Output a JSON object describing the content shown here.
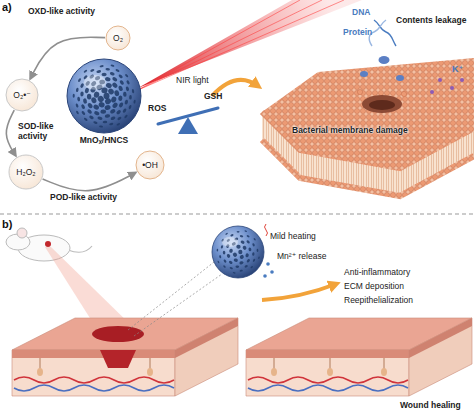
{
  "diagram": {
    "nodes": [
      {
        "text": [
          "O₂"
        ]
      },
      {
        "text": [
          "O₂•⁻"
        ]
      },
      {
        "text": [
          "H₂O₂"
        ]
      },
      {
        "text": [
          "•OH"
        ]
      },
      {
        "text": [
          "MnOₓ/HNCS"
        ]
      }
    ],
    "edges": [
      {
        "from": 0,
        "to": 1,
        "arrow": "to",
        "label": "OXD-like activity"
      },
      {
        "from": 1,
        "to": 2,
        "arrow": "to",
        "label": "SOD-like activity"
      },
      {
        "from": 2,
        "to": 3,
        "arrow": "to",
        "label": "POD-like activity"
      }
    ],
    "labels": [
      "a)",
      "NIR light",
      "ROS",
      "GSH",
      "DNA",
      "Protein",
      "K⁺",
      "Contents leakage",
      "Bacterial membrane damage",
      "b)",
      "Mild heating",
      "Mn²⁺ release",
      "Anti-inflammatory",
      "ECM deposition",
      "Reepithelialization",
      "Wound healing"
    ]
  }
}
